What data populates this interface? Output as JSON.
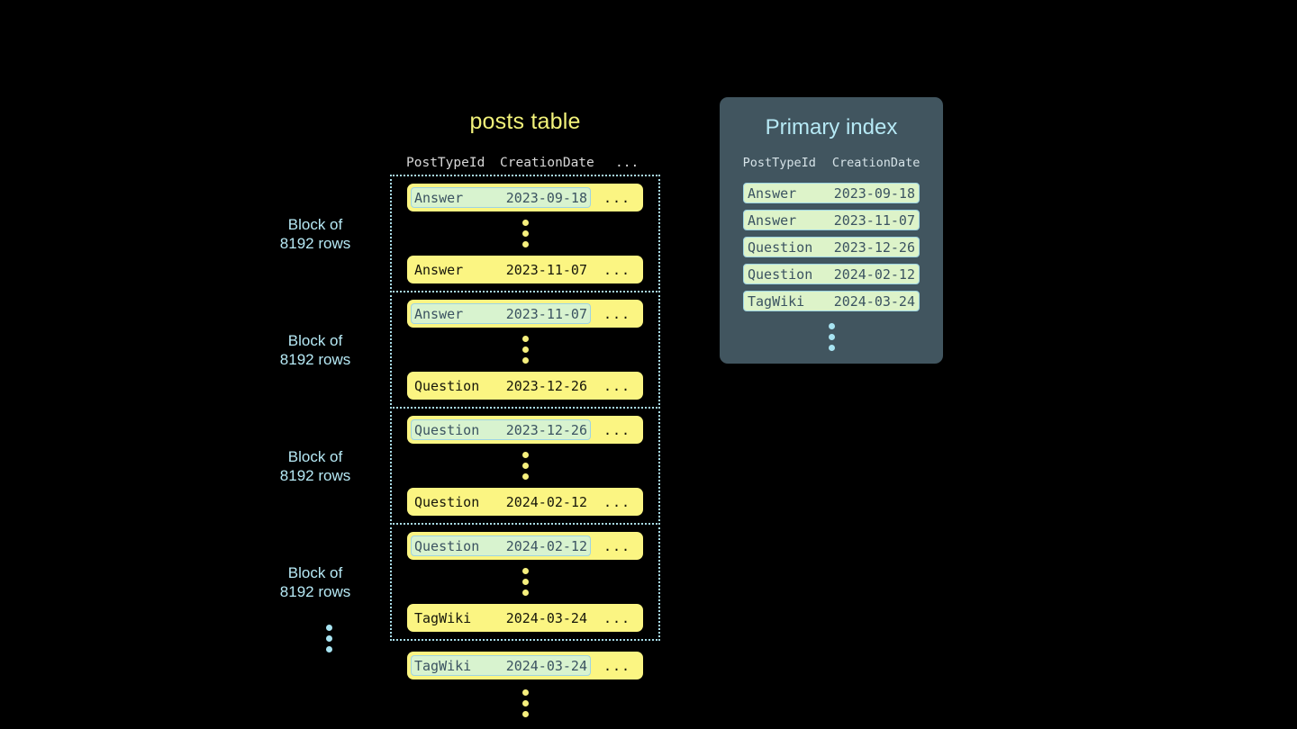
{
  "colors": {
    "background": "#000000",
    "row_yellow": "#fbf582",
    "highlight_green": "#d8f3cf",
    "highlight_border": "#9ed4e3",
    "accent_blue": "#b6e9f5",
    "title_yellow": "#f2f27a",
    "panel_slate": "#41555f",
    "dot_yellow": "#f5ef7d",
    "dot_blue": "#a8e4f2"
  },
  "posts_table": {
    "title": "posts table",
    "columns": {
      "post_type_id": "PostTypeId",
      "creation_date": "CreationDate",
      "rest": "..."
    },
    "row_ellipsis": "...",
    "blocks": [
      {
        "label_line1": "Block of",
        "label_line2": "8192 rows",
        "first_row": {
          "post_type_id": "Answer",
          "creation_date": "2023-09-18",
          "rest": "...",
          "highlighted": true
        },
        "last_row": {
          "post_type_id": "Answer",
          "creation_date": "2023-11-07",
          "rest": "...",
          "highlighted": false
        }
      },
      {
        "label_line1": "Block of",
        "label_line2": "8192 rows",
        "first_row": {
          "post_type_id": "Answer",
          "creation_date": "2023-11-07",
          "rest": "...",
          "highlighted": true
        },
        "last_row": {
          "post_type_id": "Question",
          "creation_date": "2023-12-26",
          "rest": "...",
          "highlighted": false
        }
      },
      {
        "label_line1": "Block of",
        "label_line2": "8192 rows",
        "first_row": {
          "post_type_id": "Question",
          "creation_date": "2023-12-26",
          "rest": "...",
          "highlighted": true
        },
        "last_row": {
          "post_type_id": "Question",
          "creation_date": "2024-02-12",
          "rest": "...",
          "highlighted": false
        }
      },
      {
        "label_line1": "Block of",
        "label_line2": "8192 rows",
        "first_row": {
          "post_type_id": "Question",
          "creation_date": "2024-02-12",
          "rest": "...",
          "highlighted": true
        },
        "last_row": {
          "post_type_id": "TagWiki",
          "creation_date": "2024-03-24",
          "rest": "...",
          "highlighted": false
        }
      }
    ],
    "tail_row": {
      "post_type_id": "TagWiki",
      "creation_date": "2024-03-24",
      "rest": "...",
      "highlighted": true
    }
  },
  "primary_index": {
    "title": "Primary index",
    "columns": {
      "post_type_id": "PostTypeId",
      "creation_date": "CreationDate"
    },
    "rows": [
      {
        "post_type_id": "Answer",
        "creation_date": "2023-09-18"
      },
      {
        "post_type_id": "Answer",
        "creation_date": "2023-11-07"
      },
      {
        "post_type_id": "Question",
        "creation_date": "2023-12-26"
      },
      {
        "post_type_id": "Question",
        "creation_date": "2024-02-12"
      },
      {
        "post_type_id": "TagWiki",
        "creation_date": "2024-03-24"
      }
    ]
  }
}
